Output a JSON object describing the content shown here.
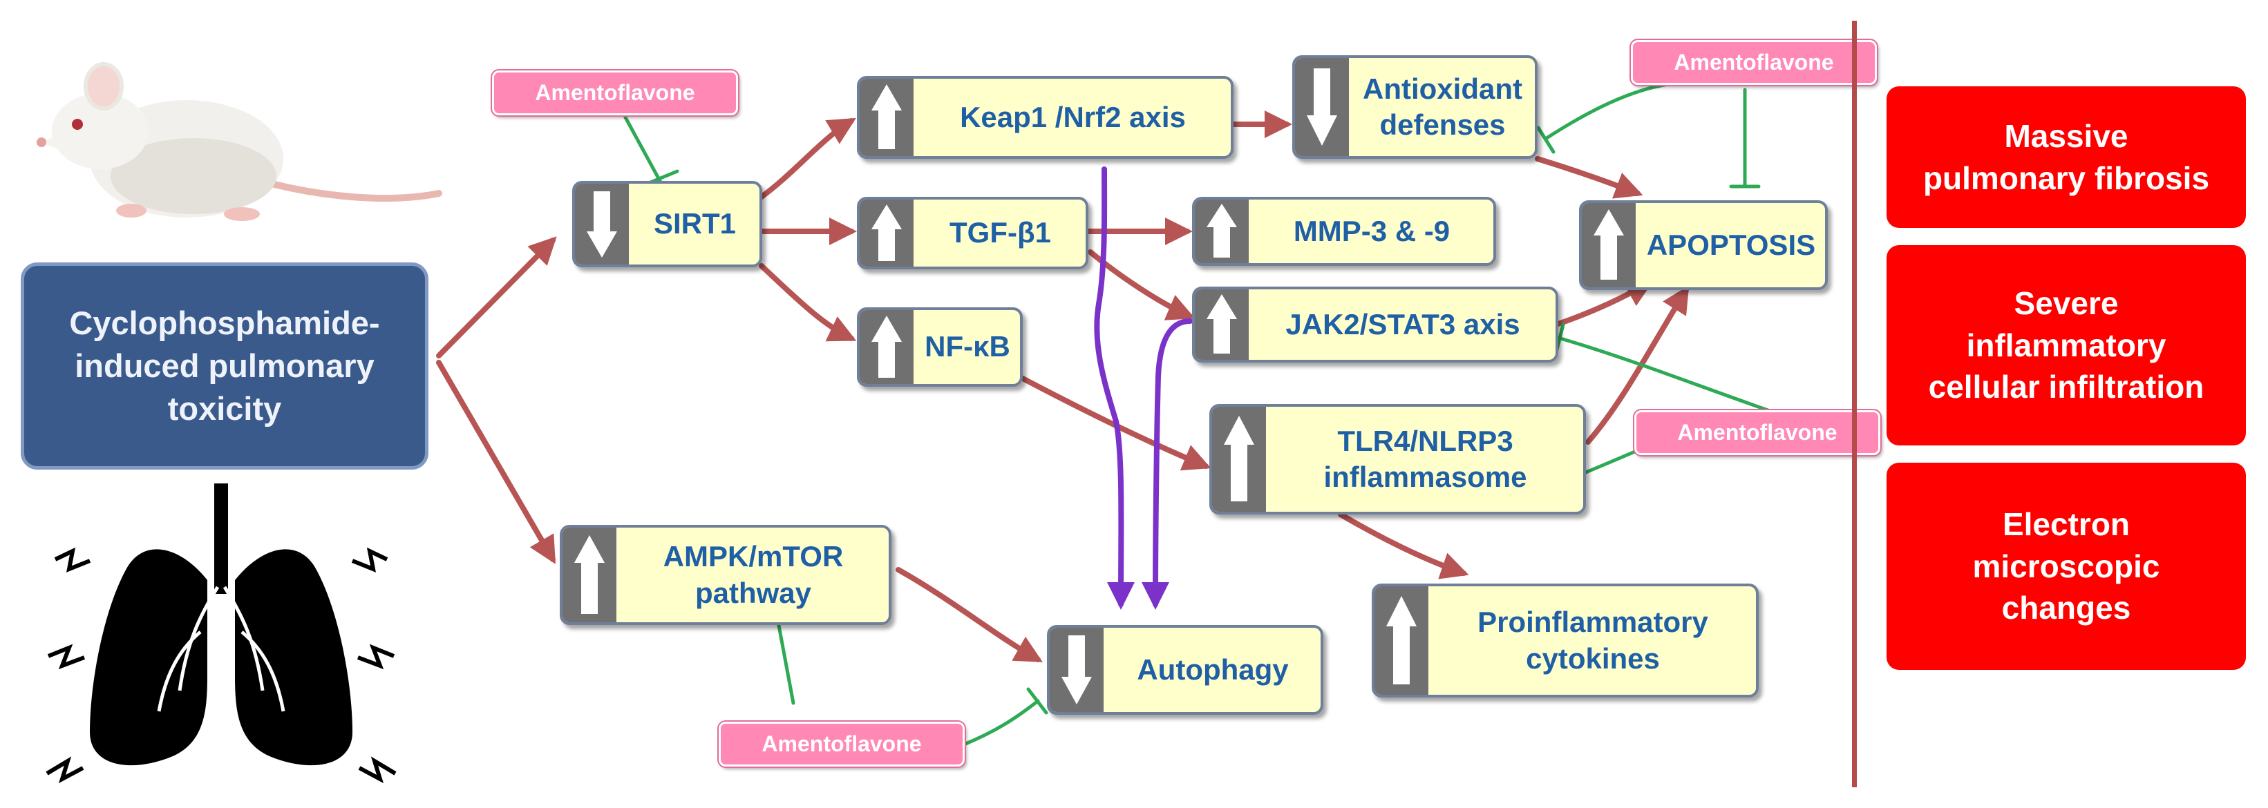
{
  "source": {
    "label": "Cyclophosphamide-\ninduced pulmonary\ntoxicity"
  },
  "drug": {
    "label": "Amentoflavone"
  },
  "nodes": {
    "sirt1": {
      "label": "SIRT1",
      "direction": "down"
    },
    "keap1": {
      "label": "Keap1 /Nrf2 axis",
      "direction": "up"
    },
    "tgfb1": {
      "label": "TGF-β1",
      "direction": "up"
    },
    "nfkb": {
      "label": "NF-κB",
      "direction": "up"
    },
    "antioxidant": {
      "label": "Antioxidant\ndefenses",
      "direction": "down"
    },
    "mmp": {
      "label": "MMP-3  & -9",
      "direction": "up"
    },
    "jak2": {
      "label": "JAK2/STAT3  axis",
      "direction": "up"
    },
    "tlr4": {
      "label": "TLR4/NLRP3\ninflammasome",
      "direction": "up"
    },
    "apoptosis": {
      "label": "APOPTOSIS",
      "direction": "up"
    },
    "ampk": {
      "label": "AMPK/mTOR\npathway",
      "direction": "up"
    },
    "autophagy": {
      "label": "Autophagy",
      "direction": "down"
    },
    "cytokines": {
      "label": "Proinflammatory\ncytokines",
      "direction": "up"
    }
  },
  "outcomes": [
    {
      "label": "Massive\npulmonary fibrosis"
    },
    {
      "label": "Severe\ninflammatory\ncellular infiltration"
    },
    {
      "label": "Electron\nmicroscopic\nchanges"
    }
  ],
  "colors": {
    "node_fill": "#ffffcc",
    "node_text": "#1f5fa6",
    "indicator": "#707070",
    "activation_arrow": "#b75454",
    "inhibition_line": "#2eaa55",
    "autophagy_arrow": "#7a32c8",
    "drug_fill": "#ff88b4",
    "source_fill": "#3a5a8c",
    "outcome_fill": "#ff0000"
  },
  "icons": {
    "rat": "rat-illustration",
    "lungs": "lungs-illustration"
  }
}
